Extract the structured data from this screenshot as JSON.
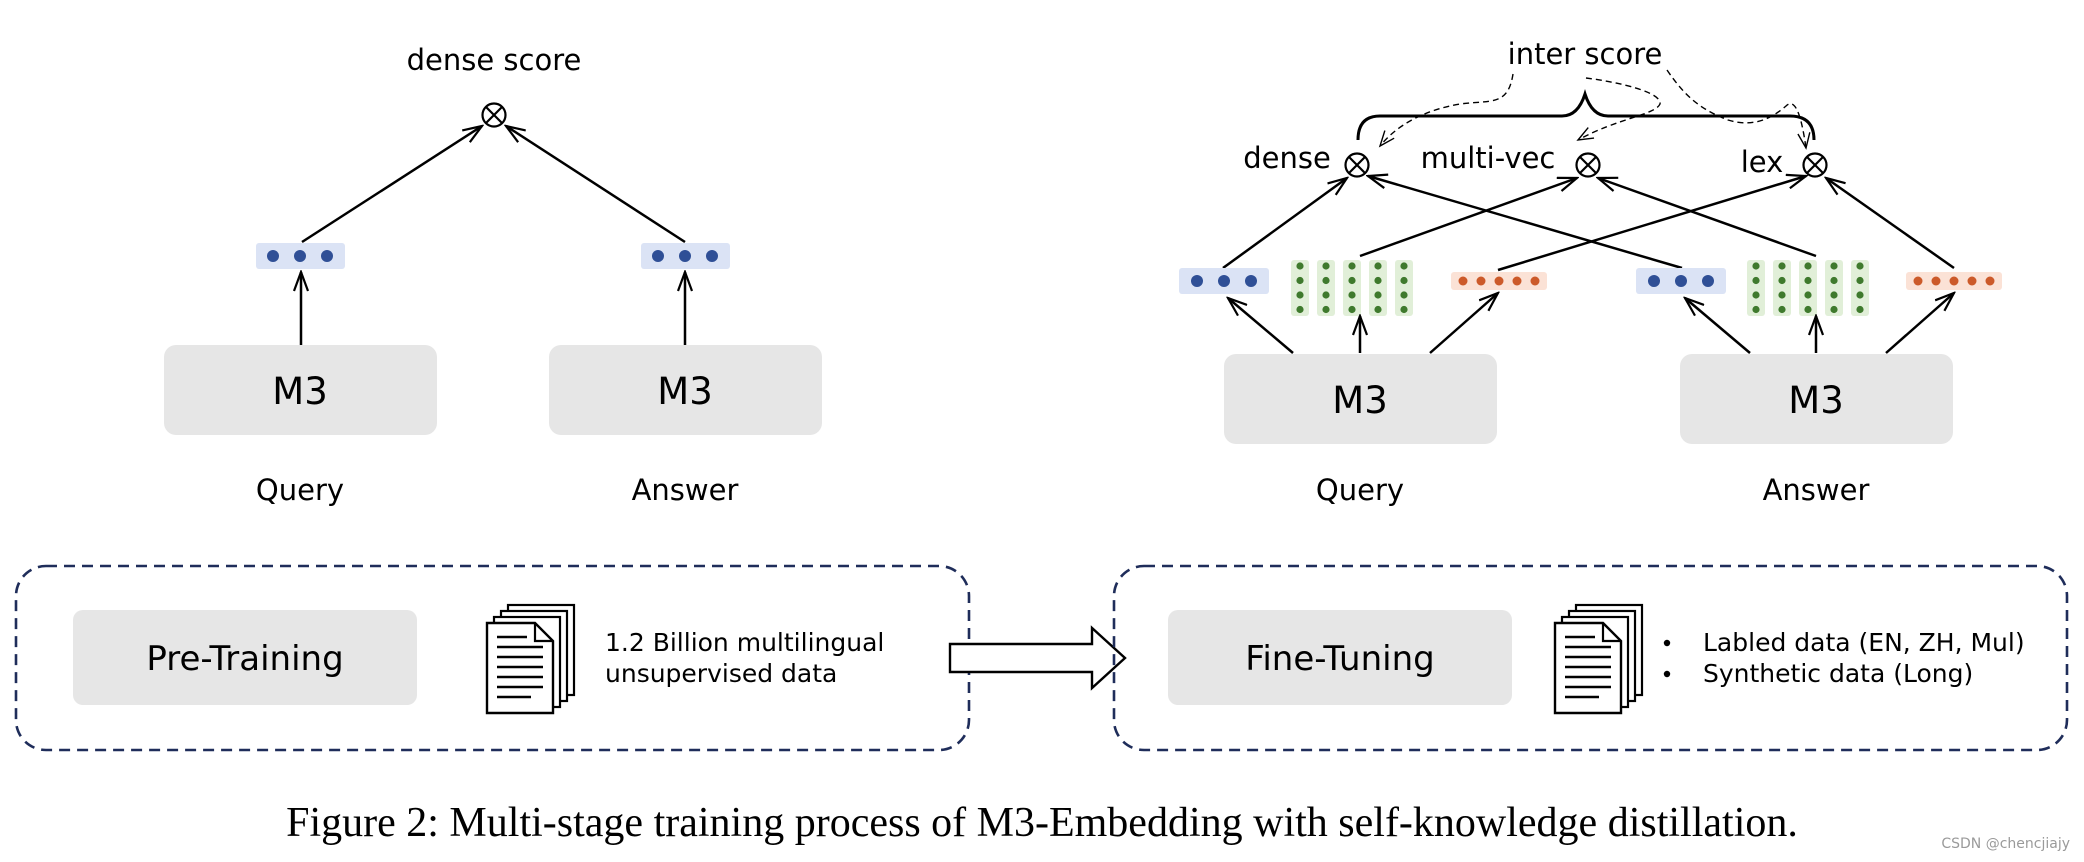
{
  "colors": {
    "model_box": "#e6e6e6",
    "dense_vector_bg": "#dbe3f5",
    "dense_dot": "#2f4f96",
    "multivec_bg": "#e1efd8",
    "multivec_dot": "#3f7a2d",
    "lexical_bg": "#fbe2d6",
    "lexical_dot": "#cc5a2a",
    "stage_border": "#1f2d5a"
  },
  "left_diagram": {
    "score_label": "dense score",
    "model_label": "M3",
    "query_label": "Query",
    "answer_label": "Answer"
  },
  "right_diagram": {
    "inter_score_label": "inter score",
    "dense_label": "dense",
    "multivec_label": "multi-vec",
    "lex_label": "lex",
    "model_label": "M3",
    "query_label": "Query",
    "answer_label": "Answer"
  },
  "pretraining": {
    "label": "Pre-Training",
    "document_icon": "document-stack-icon",
    "desc_line1": "1.2 Billion multilingual",
    "desc_line2": "unsupervised data"
  },
  "finetuning": {
    "label": "Fine-Tuning",
    "document_icon": "document-stack-icon",
    "bullets": [
      "Labled data (EN, ZH, Mul)",
      "Synthetic data (Long)"
    ]
  },
  "arrow_icon": "right-arrow-icon",
  "caption": "Figure 2: Multi-stage training process of M3-Embedding with self-knowledge distillation.",
  "watermark": "CSDN @chencjiajy"
}
